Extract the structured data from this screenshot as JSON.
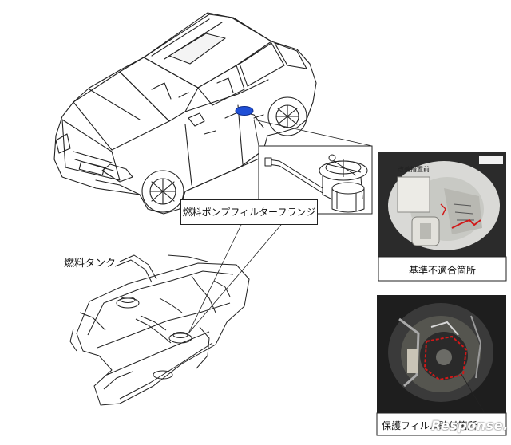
{
  "labels": {
    "pump_flange": "燃料ポンプフィルターフランジ",
    "fuel_tank": "燃料タンク",
    "photo1_note": "改善措置前",
    "photo1_caption": "基準不適合箇所",
    "photo2_caption": "保護フィルム貼付箇所"
  },
  "watermark": "Response.",
  "colors": {
    "line_art": "#222222",
    "flange_highlight": "#1f4fd6",
    "crack_marking": "#d11818",
    "area_marking": "#d11818"
  }
}
